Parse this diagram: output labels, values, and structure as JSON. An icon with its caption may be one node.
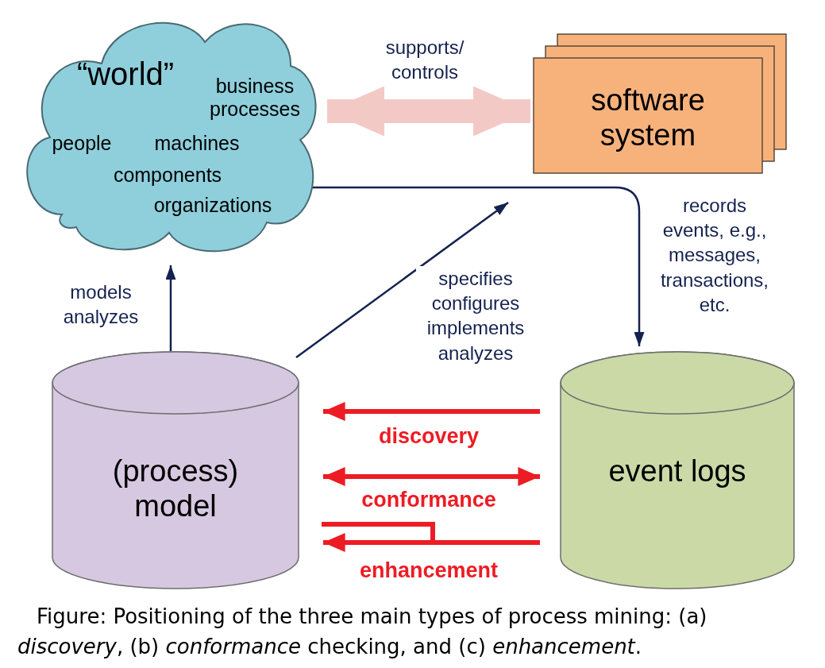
{
  "diagram": {
    "caption": "Figure: Positioning of the three main types of process mining: (a) *discovery*, (b) *conformance* checking, and (c) *enhancement*.",
    "nodes": [
      {
        "text": [
          "“world”",
          "business processes",
          "people",
          "machines",
          "components",
          "organizations"
        ]
      },
      {
        "text": [
          "software system"
        ]
      },
      {
        "text": [
          "(process) model"
        ]
      },
      {
        "text": [
          "event logs"
        ]
      }
    ],
    "edges": [
      {
        "from": 0,
        "to": 1,
        "arrow": "both",
        "label": "supports/ controls",
        "style": "thick",
        "color": "#f3c9c6"
      },
      {
        "from": 2,
        "to": 0,
        "arrow": "to",
        "label": "models analyzes",
        "color": "#14224f"
      },
      {
        "from": 2,
        "to": null,
        "arrow": "to",
        "label": "specifies configures implements analyzes",
        "color": "#14224f"
      },
      {
        "from": 0,
        "to": 3,
        "arrow": "to",
        "label": "records events, e.g., messages, transactions, etc.",
        "color": "#14224f"
      },
      {
        "from": 3,
        "to": 2,
        "arrow": "to",
        "label": "discovery"
      },
      {
        "from": 2,
        "to": 3,
        "arrow": "both",
        "label": "conformance"
      },
      {
        "from": 3,
        "to": 2,
        "arrow": "to",
        "label": "enhancement"
      },
      {
        "from": 2,
        "to": 3,
        "arrow": "none"
      }
    ]
  }
}
